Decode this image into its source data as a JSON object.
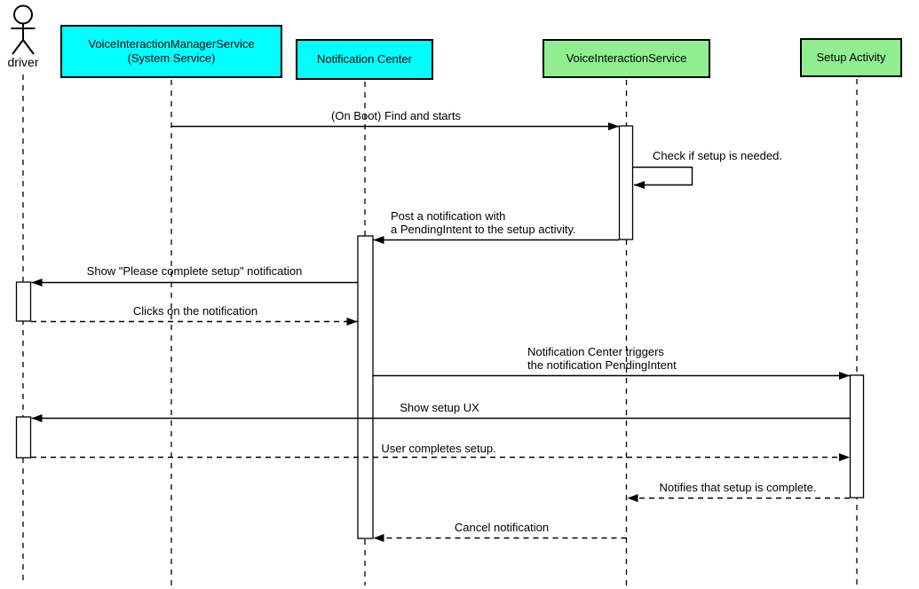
{
  "diagram_type": "uml-sequence-diagram",
  "colors": {
    "background": "#ffffff",
    "system_participant_fill": "#00ffff",
    "service_participant_fill": "#90ee90",
    "line": "#000000"
  },
  "actor": {
    "label": "driver"
  },
  "participants": [
    {
      "label": "VoiceInteractionManagerService\n(System Service)",
      "fill": "#00ffff"
    },
    {
      "label": "Notification Center",
      "fill": "#00ffff"
    },
    {
      "label": "VoiceInteractionService",
      "fill": "#90ee90"
    },
    {
      "label": "Setup Activity",
      "fill": "#90ee90"
    }
  ],
  "messages": [
    {
      "text": "(On Boot) Find and starts",
      "from": "VoiceInteractionManagerService (System Service)",
      "to": "VoiceInteractionService",
      "line": "solid"
    },
    {
      "text": "Check if setup is needed.",
      "from": "VoiceInteractionService",
      "to": "VoiceInteractionService",
      "line": "solid-self"
    },
    {
      "text": "Post a notification with\na PendingIntent to the setup activity.",
      "from": "VoiceInteractionService",
      "to": "Notification Center",
      "line": "solid"
    },
    {
      "text": "Show \"Please complete setup\" notification",
      "from": "Notification Center",
      "to": "driver",
      "line": "solid"
    },
    {
      "text": "Clicks on the notification",
      "from": "driver",
      "to": "Notification Center",
      "line": "dashed"
    },
    {
      "text": "Notification Center triggers\nthe notification PendingIntent",
      "from": "Notification Center",
      "to": "Setup Activity",
      "line": "solid"
    },
    {
      "text": "Show setup UX",
      "from": "Setup Activity",
      "to": "driver",
      "line": "solid"
    },
    {
      "text": "User completes setup.",
      "from": "driver",
      "to": "Setup Activity",
      "line": "dashed"
    },
    {
      "text": "Notifies that setup is complete.",
      "from": "Setup Activity",
      "to": "VoiceInteractionService",
      "line": "dashed"
    },
    {
      "text": "Cancel notification",
      "from": "VoiceInteractionService",
      "to": "Notification Center",
      "line": "dashed"
    }
  ]
}
